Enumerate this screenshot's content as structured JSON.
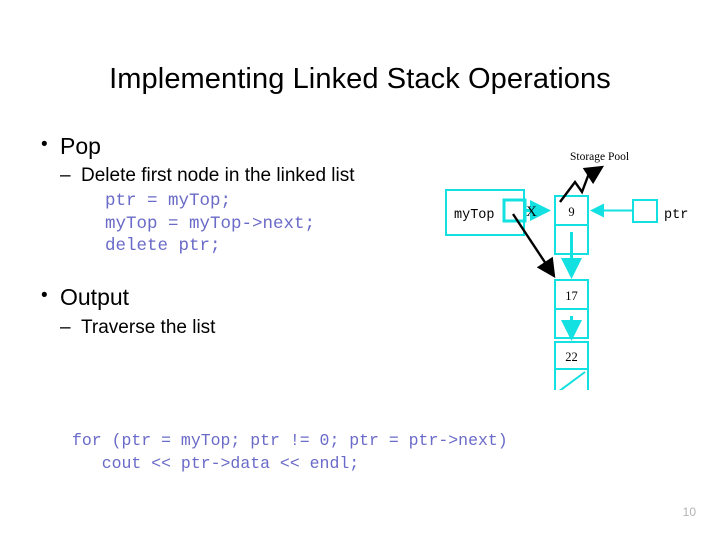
{
  "slide": {
    "title": "Implementing Linked Stack Operations",
    "number": "10",
    "accent_cyan": "#13e0e0",
    "code_color": "#6a6ac8",
    "text_color": "#000000",
    "background": "#ffffff"
  },
  "bullets": {
    "pop": {
      "marker": "•",
      "label": "Pop",
      "sub": {
        "marker": "–",
        "label": "Delete first node in the linked list"
      },
      "code": "ptr = myTop;\nmyTop = myTop->next;\ndelete ptr;"
    },
    "output": {
      "marker": "•",
      "label": "Output",
      "sub": {
        "marker": "–",
        "label": "Traverse the list"
      }
    }
  },
  "code_block": "for (ptr = myTop; ptr != 0; ptr = ptr->next)\n   cout << ptr->data << endl;",
  "diagram": {
    "my_top_label": "myTop",
    "ptr_label": "ptr",
    "storage_pool_label": "Storage Pool",
    "cross_out_mark": "X",
    "nodes": [
      {
        "value": "9"
      },
      {
        "value": "17"
      },
      {
        "value": "22"
      }
    ],
    "null_link": true
  }
}
